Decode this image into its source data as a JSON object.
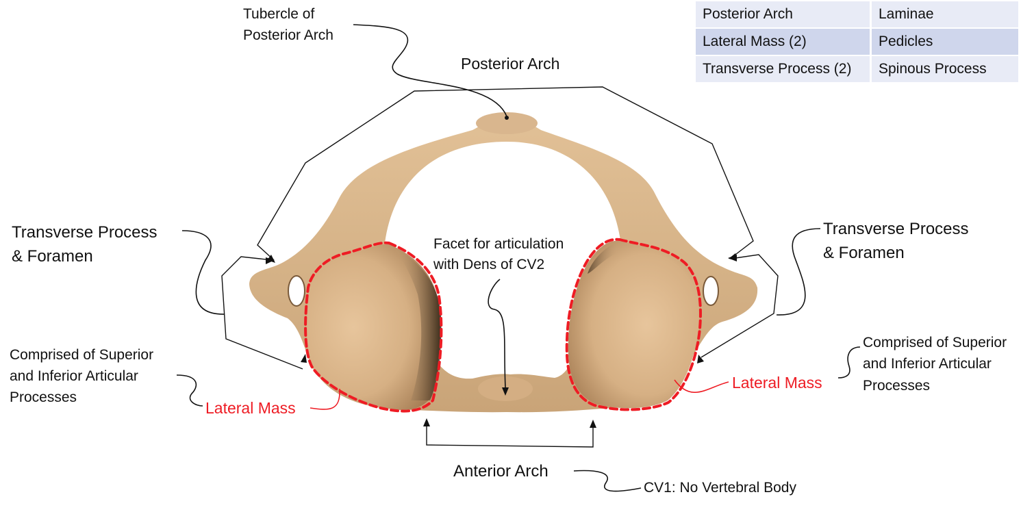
{
  "colors": {
    "bone": "#d9b68e",
    "bone_shadow": "#3a2a1a",
    "outline": "#111111",
    "highlight": "#ee1c24",
    "table_light": "#e8ebf6",
    "table_dark": "#cfd6ec"
  },
  "table": {
    "rows": [
      {
        "left": "Posterior Arch",
        "right": "Laminae"
      },
      {
        "left": "Lateral Mass (2)",
        "right": "Pedicles"
      },
      {
        "left": "Transverse Process (2)",
        "right": "Spinous Process"
      }
    ]
  },
  "labels": {
    "tubercle_line1": "Tubercle of",
    "tubercle_line2": "Posterior Arch",
    "posterior_arch": "Posterior Arch",
    "transverse_left_line1": "Transverse Process",
    "transverse_left_line2": "& Foramen",
    "transverse_right_line1": "Transverse Process",
    "transverse_right_line2": "& Foramen",
    "facet_line1": "Facet for articulation",
    "facet_line2": "with Dens of CV2",
    "comprised_left_line1": "Comprised of Superior",
    "comprised_left_line2": "and Inferior  Articular",
    "comprised_left_line3": "Processes",
    "comprised_right_line1": "Comprised of Superior",
    "comprised_right_line2": "and Inferior Articular",
    "comprised_right_line3": "Processes",
    "lateral_mass_left": "Lateral Mass",
    "lateral_mass_right": "Lateral Mass",
    "anterior_arch": "Anterior Arch",
    "cv1_note": "CV1: No Vertebral Body"
  }
}
